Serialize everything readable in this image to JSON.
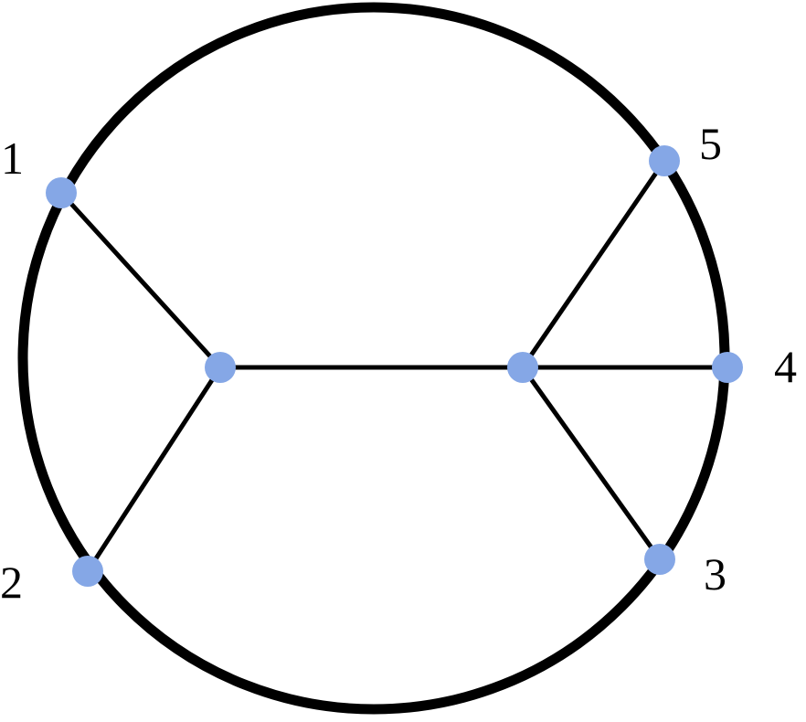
{
  "diagram": {
    "type": "graph",
    "colors": {
      "node_fill": "#85a7e6",
      "stroke": "#000000",
      "background": "#ffffff"
    },
    "boundary_nodes": [
      {
        "id": "n1",
        "label": "1"
      },
      {
        "id": "n2",
        "label": "2"
      },
      {
        "id": "n3",
        "label": "3"
      },
      {
        "id": "n4",
        "label": "4"
      },
      {
        "id": "n5",
        "label": "5"
      }
    ],
    "internal_nodes": [
      {
        "id": "iL"
      },
      {
        "id": "iR"
      }
    ],
    "edges": [
      [
        "n1",
        "iL"
      ],
      [
        "n2",
        "iL"
      ],
      [
        "iL",
        "iR"
      ],
      [
        "iR",
        "n5"
      ],
      [
        "iR",
        "n4"
      ],
      [
        "iR",
        "n3"
      ]
    ]
  }
}
